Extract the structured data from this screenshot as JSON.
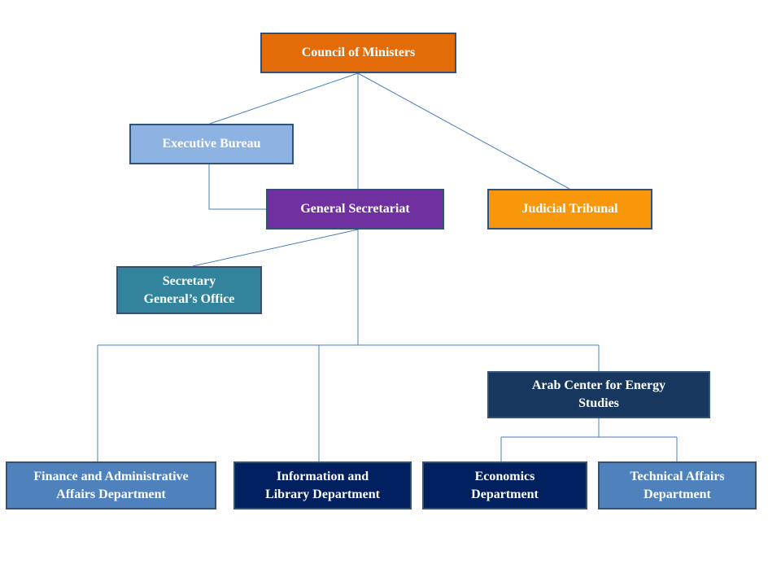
{
  "nodes": {
    "council_of_ministers": "Council of Ministers",
    "executive_bureau": "Executive Bureau",
    "general_secretariat": "General Secretariat",
    "judicial_tribunal": "Judicial Tribunal",
    "secretary_generals_office": "Secretary\nGeneral’s Office",
    "arab_center_energy_studies": "Arab Center for Energy\nStudies",
    "finance_admin_dept": "Finance and Administrative\nAffairs Department",
    "info_library_dept": "Information and\nLibrary Department",
    "economics_dept": "Economics\nDepartment",
    "technical_affairs_dept": "Technical Affairs\nDepartment"
  },
  "colors": {
    "council_of_ministers": "#e36c09",
    "executive_bureau": "#8db3e2",
    "general_secretariat": "#7030a0",
    "judicial_tribunal": "#f79709",
    "secretary_generals_office": "#31849b",
    "arab_center_energy_studies": "#17375e",
    "finance_admin_dept": "#4f81bd",
    "info_library_dept": "#002060",
    "economics_dept": "#002060",
    "technical_affairs_dept": "#4f81bd",
    "connector": "#4a7ebb"
  },
  "edges": [
    [
      "council_of_ministers",
      "executive_bureau"
    ],
    [
      "council_of_ministers",
      "general_secretariat"
    ],
    [
      "council_of_ministers",
      "judicial_tribunal"
    ],
    [
      "executive_bureau",
      "general_secretariat"
    ],
    [
      "general_secretariat",
      "secretary_generals_office"
    ],
    [
      "general_secretariat",
      "finance_admin_dept"
    ],
    [
      "general_secretariat",
      "info_library_dept"
    ],
    [
      "general_secretariat",
      "arab_center_energy_studies"
    ],
    [
      "arab_center_energy_studies",
      "economics_dept"
    ],
    [
      "arab_center_energy_studies",
      "technical_affairs_dept"
    ]
  ]
}
